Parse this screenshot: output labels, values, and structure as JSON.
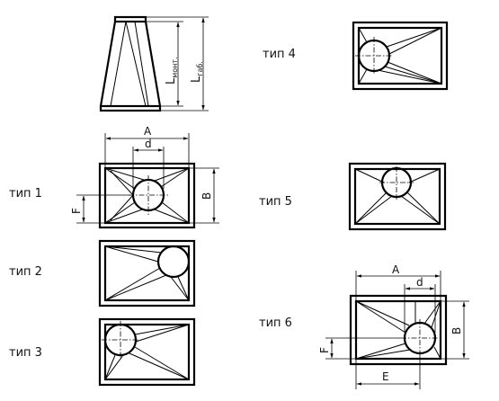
{
  "side_view": {
    "length_mount_main": "L",
    "length_mount_sub": "монт.",
    "length_overall_main": "L",
    "length_overall_sub": "габ."
  },
  "types": [
    {
      "key": "type1",
      "label": "тип 1"
    },
    {
      "key": "type2",
      "label": "тип 2"
    },
    {
      "key": "type3",
      "label": "тип 3"
    },
    {
      "key": "type4",
      "label": "тип 4"
    },
    {
      "key": "type5",
      "label": "тип 5"
    },
    {
      "key": "type6",
      "label": "тип 6"
    }
  ],
  "dimensions": {
    "A": "A",
    "B": "B",
    "d": "d",
    "F": "F",
    "E": "E"
  }
}
